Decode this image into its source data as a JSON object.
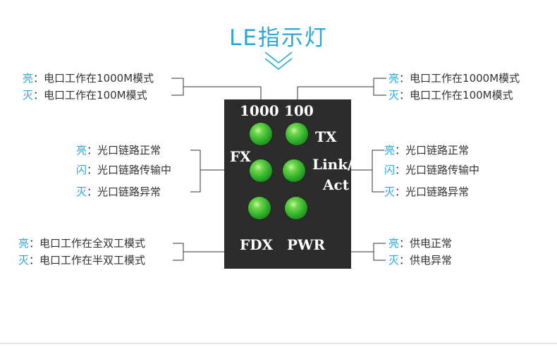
{
  "title": "LE指示灯",
  "panel_labels": {
    "l1000": "1000",
    "l100": "100",
    "tx": "TX",
    "fx": "FX",
    "link": "Link/",
    "act": "Act",
    "fdx": "FDX",
    "pwr": "PWR"
  },
  "groups": {
    "left_top": [
      {
        "state": "亮",
        "text": "电口工作在1000M模式"
      },
      {
        "state": "灭",
        "text": "电口工作在100M模式"
      }
    ],
    "right_top": [
      {
        "state": "亮",
        "text": "电口工作在1000M模式"
      },
      {
        "state": "灭",
        "text": "电口工作在100M模式"
      }
    ],
    "left_mid": [
      {
        "state": "亮",
        "text": "光口链路正常"
      },
      {
        "state": "闪",
        "text": "光口链路传输中"
      },
      {
        "state": "灭",
        "text": "光口链路异常"
      }
    ],
    "right_mid": [
      {
        "state": "亮",
        "text": "光口链路正常"
      },
      {
        "state": "闪",
        "text": "光口链路传输中"
      },
      {
        "state": "灭",
        "text": "光口链路异常"
      }
    ],
    "left_bot": [
      {
        "state": "亮",
        "text": "电口工作在全双工模式"
      },
      {
        "state": "灭",
        "text": "电口工作在半双工模式"
      }
    ],
    "right_bot": [
      {
        "state": "亮",
        "text": "供电正常"
      },
      {
        "state": "灭",
        "text": "供电异常"
      }
    ]
  },
  "colors": {
    "accent": "#29a7d8",
    "panel": "#2c2c2c",
    "led": "#2fae2b",
    "text": "#333333"
  },
  "icons": [
    "double-chevron-down-icon"
  ]
}
